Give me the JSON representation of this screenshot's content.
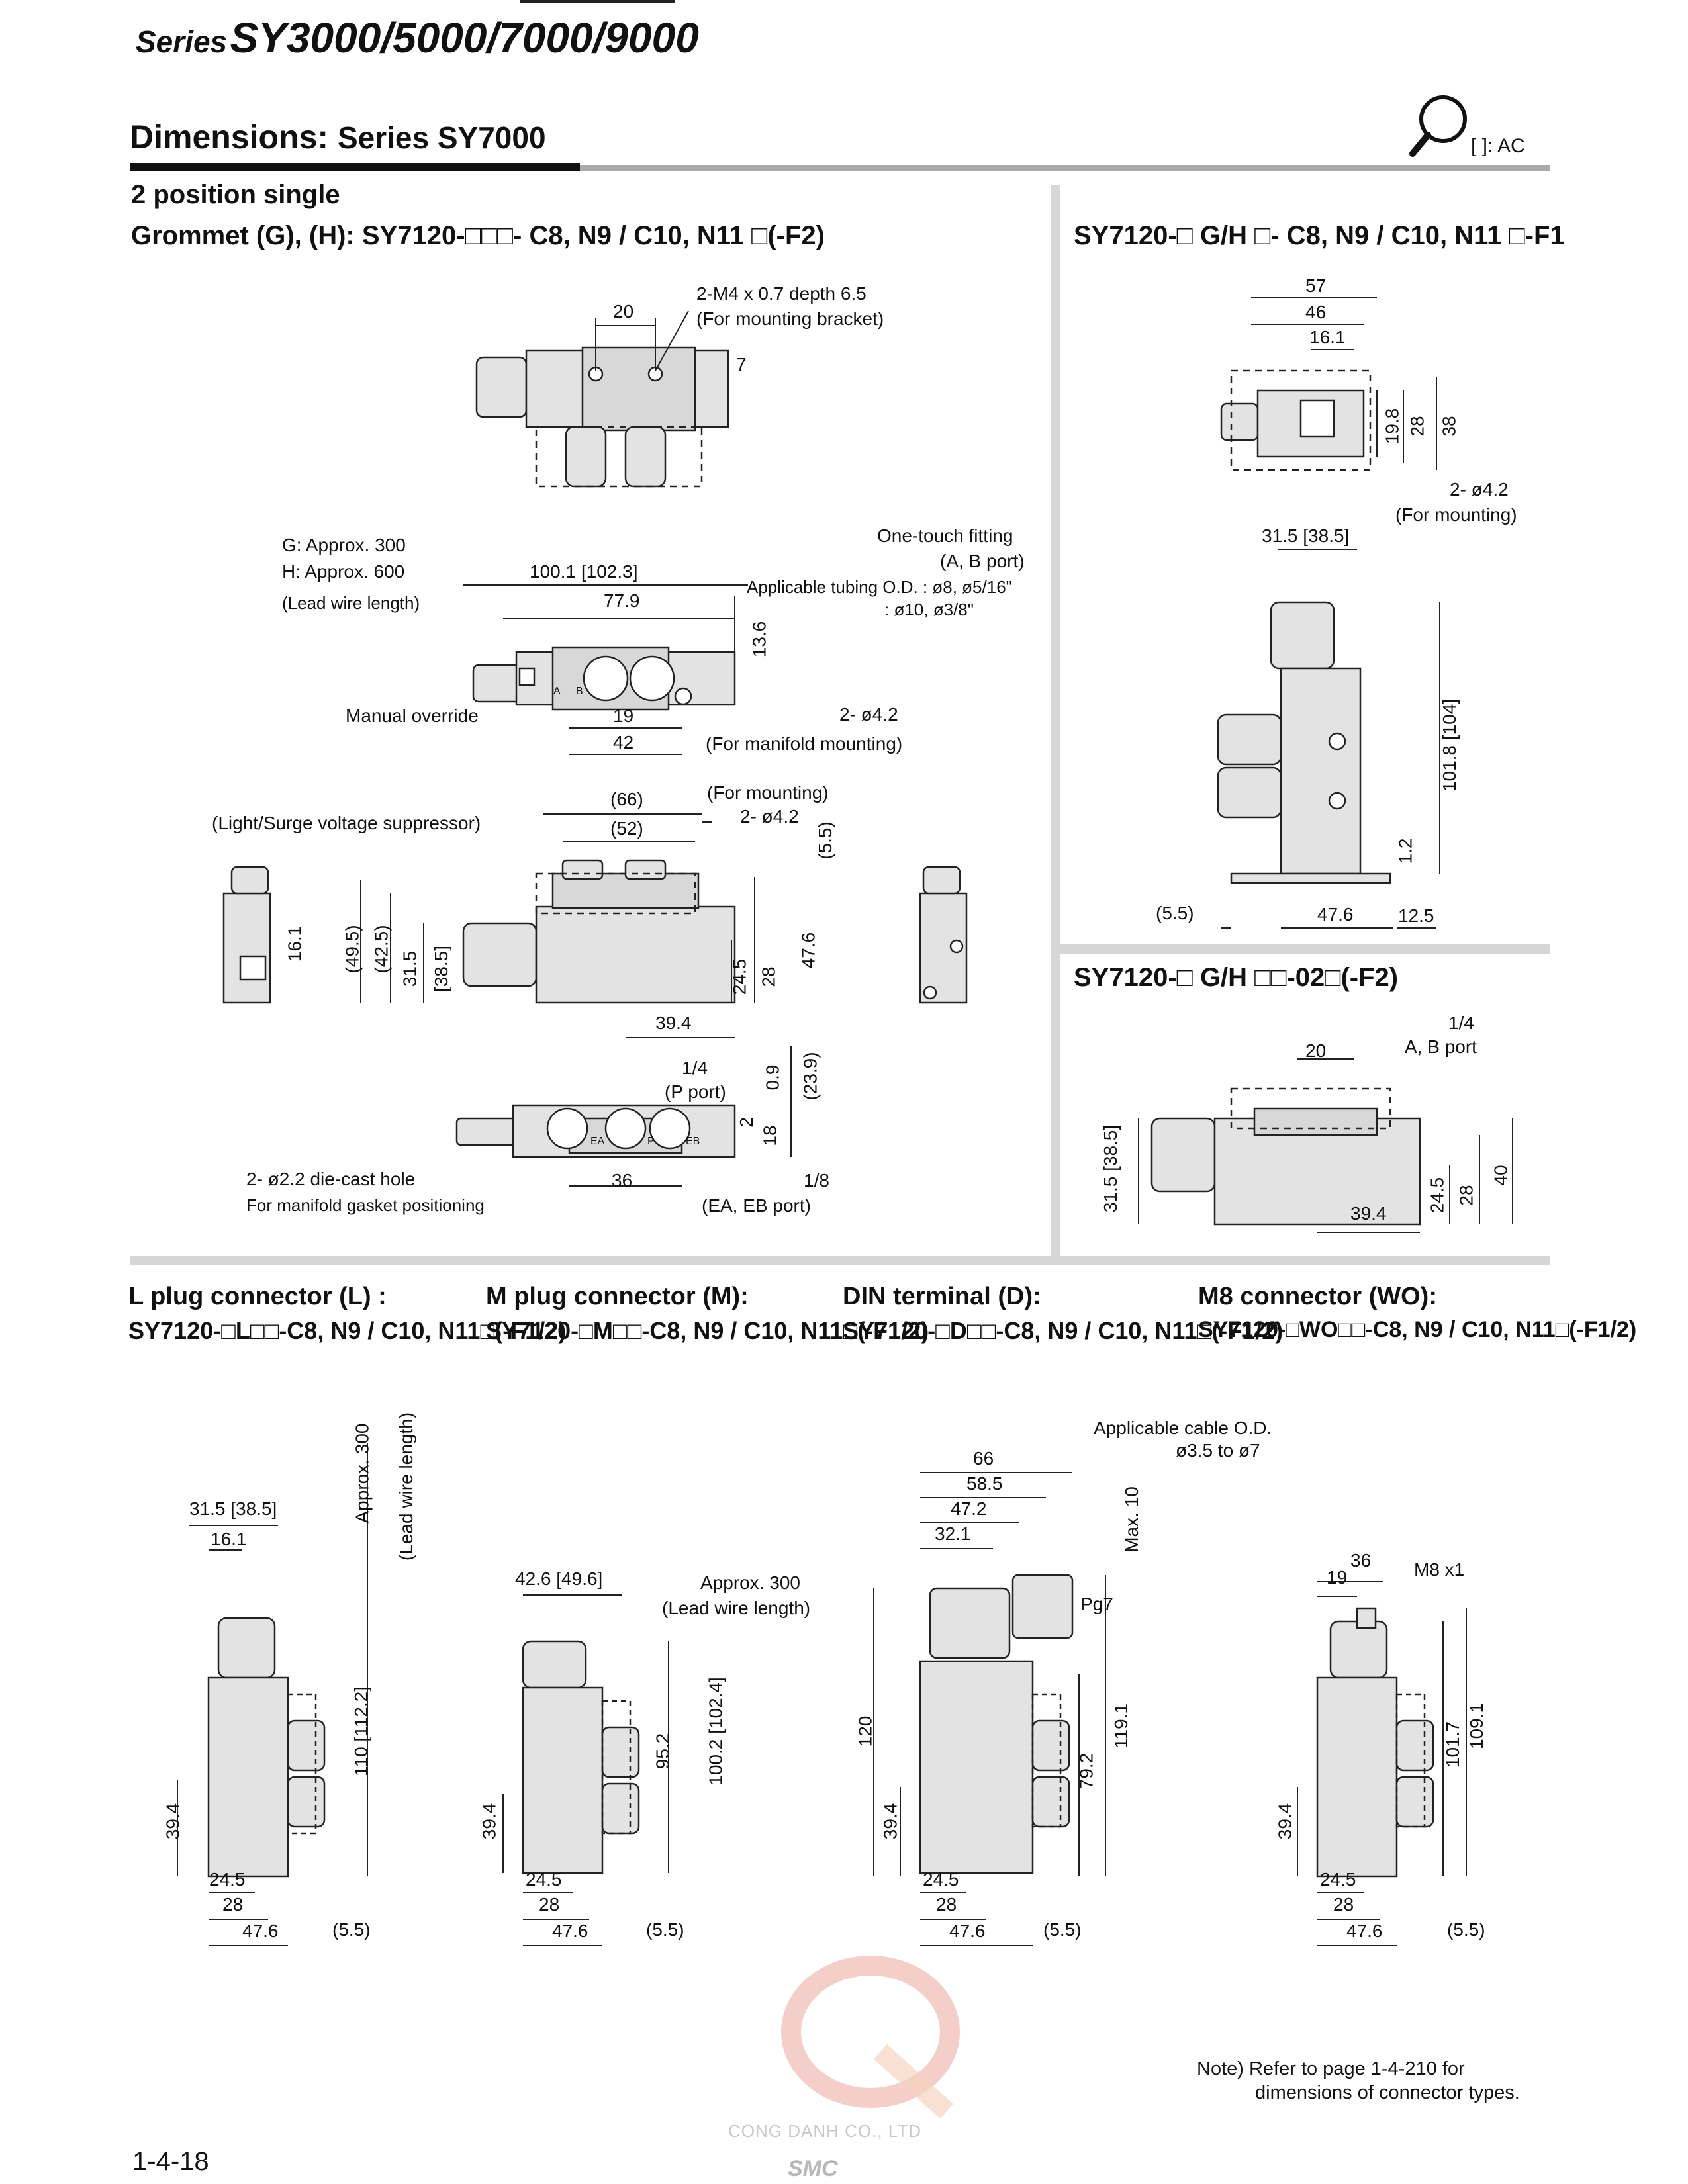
{
  "header": {
    "series_prefix": "Series",
    "series_models": "SY3000/5000/7000/9000",
    "title_lead": "Dimensions:",
    "title_rest": "Series SY7000",
    "ac_label": "[    ]: AC"
  },
  "sections": {
    "s1_l1": "2 position single",
    "s1_l2": "Grommet (G), (H): SY7120-□□□- C8, N9 / C10, N11 □(-F2)",
    "s2": "SY7120-□ G/H □- C8, N9 / C10, N11 □-F1",
    "s3": "SY7120-□ G/H □□-02□(-F2)",
    "c1_t": "L plug connector (L) :",
    "c1_m": "SY7120-□L□□-C8, N9 / C10, N11□(-F1/2)",
    "c2_t": "M plug connector (M):",
    "c2_m": "SY7120-□M□□-C8, N9 / C10, N11□(-F1/2)",
    "c3_t": "DIN terminal (D):",
    "c3_m": "SY7120-□D□□-C8, N9 / C10, N11□(-F1/2)",
    "c4_t": "M8 connector (WO):",
    "c4_m": "SY7120-□WO□□-C8, N9 / C10, N11□(-F1/2)"
  },
  "grommet": {
    "g1": "2-M4 x 0.7 depth 6.5",
    "g2": "(For mounting bracket)",
    "g3": "20",
    "g4": "7",
    "g5": "G: Approx. 300",
    "g6": "H: Approx. 600",
    "g7": "(Lead wire length)",
    "g8": "100.1 [102.3]",
    "g9": "77.9",
    "g10": "13.6",
    "g11": "One-touch fitting",
    "g12": "(A, B port)",
    "g13": "Applicable tubing O.D. : ø8, ø5/16\"",
    "g14": ": ø10, ø3/8\"",
    "g15": "Manual override",
    "g16": "19",
    "g17": "42",
    "g18": "2- ø4.2",
    "g19": "(For manifold mounting)",
    "g20": "(Light/Surge voltage suppressor)",
    "g21": "(66)",
    "g22": "(52)",
    "g23": "(For mounting)",
    "g24": "2- ø4.2",
    "g25": "(5.5)",
    "g26": "16.1",
    "g27": "(49.5)",
    "g28": "(42.5)",
    "g29": "31.5",
    "g30": "[38.5]",
    "g31": "24.5",
    "g32": "28",
    "g33": "47.6",
    "g34": "39.4",
    "g35": "1/4",
    "g36": "(P port)",
    "g37": "0.9",
    "g38": "(23.9)",
    "g39": "2",
    "g40": "18",
    "g41": "2- ø2.2 die-cast hole",
    "g42": "For manifold gasket positioning",
    "g43": "36",
    "g44": "1/8",
    "g45": "(EA, EB port)",
    "g46": "EA",
    "g47": "P",
    "g48": "EB",
    "g49": "A",
    "g50": "B"
  },
  "f1": {
    "f1": "57",
    "f2": "46",
    "f3": "16.1",
    "f4": "19.8",
    "f5": "28",
    "f6": "38",
    "f7": "2- ø4.2",
    "f8": "(For mounting)",
    "f9": "31.5 [38.5]",
    "f10": "101.8 [104]",
    "f11": "1.2",
    "f12": "(5.5)",
    "f13": "47.6",
    "f14": "12.5"
  },
  "p02": {
    "p1": "1/4",
    "p2": "A, B port",
    "p3": "20",
    "p4": "31.5 [38.5]",
    "p5": "24.5",
    "p6": "28",
    "p7": "40",
    "p8": "39.4"
  },
  "conn_L": {
    "l1": "31.5 [38.5]",
    "l2": "16.1",
    "l3": "Approx. 300",
    "l4": "(Lead wire length)",
    "l5": "110 [112.2]",
    "l6": "39.4",
    "l7": "24.5",
    "l8": "28",
    "l9": "47.6",
    "l10": "(5.5)"
  },
  "conn_M": {
    "m1": "42.6 [49.6]",
    "m2": "Approx. 300",
    "m3": "(Lead wire length)",
    "m4": "95.2",
    "m5": "100.2 [102.4]",
    "m6": "39.4",
    "m7": "24.5",
    "m8": "28",
    "m9": "47.6",
    "m10": "(5.5)"
  },
  "conn_D": {
    "d1": "Applicable cable O.D.",
    "d2": "ø3.5 to ø7",
    "d3": "66",
    "d4": "58.5",
    "d5": "47.2",
    "d6": "32.1",
    "d7": "Max. 10",
    "d8": "Pg7",
    "d9": "120",
    "d10": "119.1",
    "d11": "79.2",
    "d12": "39.4",
    "d13": "24.5",
    "d14": "28",
    "d15": "47.6",
    "d16": "(5.5)"
  },
  "conn_W": {
    "w1": "36",
    "w2": "19",
    "w3": "M8 x1",
    "w4": "101.7",
    "w5": "109.1",
    "w6": "39.4",
    "w7": "24.5",
    "w8": "28",
    "w9": "47.6",
    "w10": "(5.5)"
  },
  "footer": {
    "note_l1": "Note) Refer to page 1-4-210 for",
    "note_l2": "dimensions of connector types.",
    "page_number": "1-4-18",
    "watermark_company": "CONG DANH CO., LTD",
    "watermark_brand": "SMC"
  }
}
